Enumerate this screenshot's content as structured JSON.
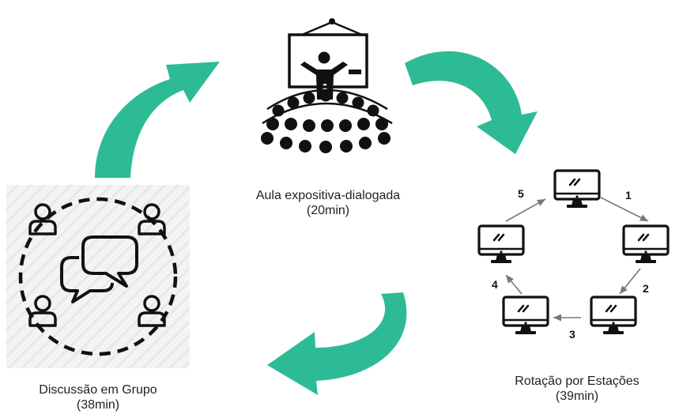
{
  "colors": {
    "arrow": "#2dbb95",
    "ink": "#111111",
    "panel": "#f2f2f2"
  },
  "nodes": {
    "lecture": {
      "title": "Aula expositiva-dialogada",
      "duration": "(20min)",
      "icon": "presenter-audience-icon"
    },
    "stations": {
      "title": "Rotação por Estações",
      "duration": "(39min)",
      "icon": "computer-stations-icon"
    },
    "discussion": {
      "title": "Discussão em Grupo",
      "duration": "(38min)",
      "icon": "group-discussion-icon"
    }
  },
  "station_labels": [
    "1",
    "2",
    "3",
    "4",
    "5"
  ]
}
